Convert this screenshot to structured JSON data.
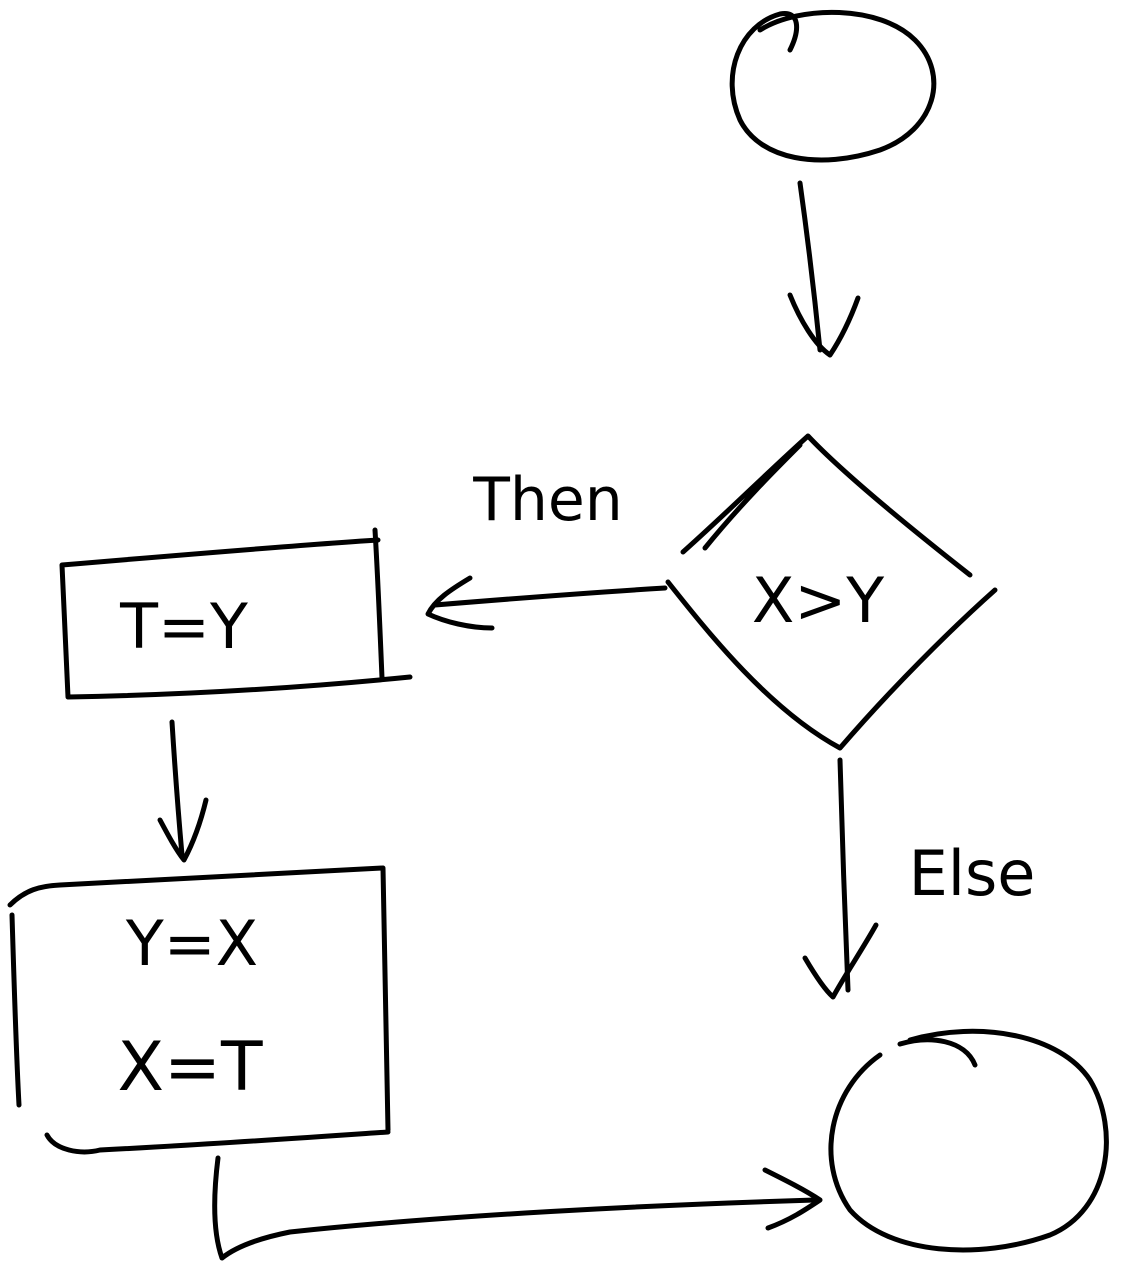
{
  "diagram": {
    "type": "flowchart",
    "ink_color": "#000000",
    "background": "#ffffff",
    "nodes": {
      "start": {
        "shape": "circle",
        "label": ""
      },
      "decision": {
        "shape": "diamond",
        "label": "X>Y"
      },
      "process1": {
        "shape": "rectangle",
        "label": "T=Y"
      },
      "process2": {
        "shape": "rectangle",
        "lines": [
          "Y=X",
          "X=T"
        ]
      },
      "end": {
        "shape": "circle",
        "label": ""
      }
    },
    "edges": {
      "then_label": "Then",
      "else_label": "Else"
    }
  }
}
